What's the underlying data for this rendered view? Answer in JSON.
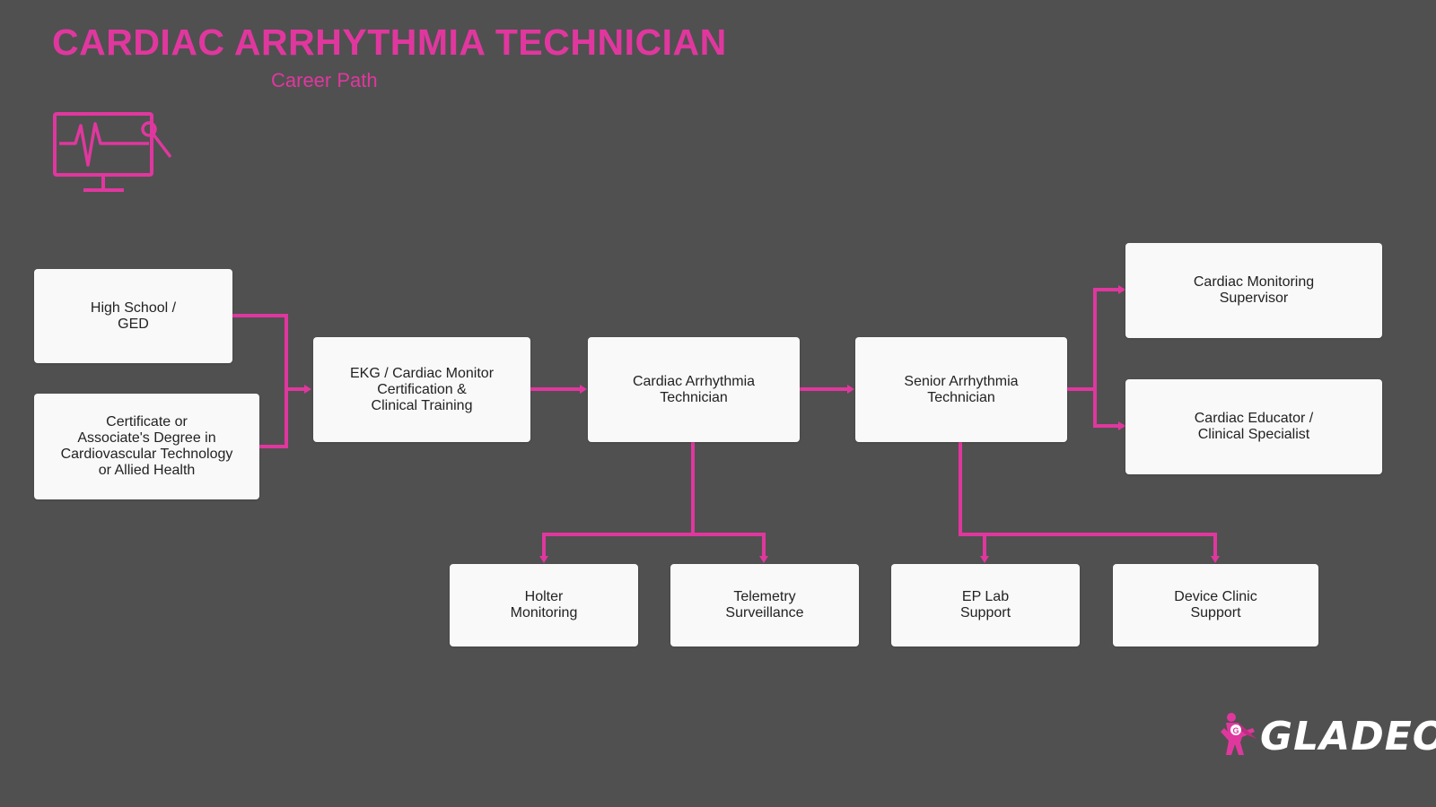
{
  "header": {
    "title": "CARDIAC ARRHYTHMIA TECHNICIAN",
    "subtitle": "Career Path"
  },
  "icons": {
    "header_icon": "monitor-heartbeat-icon"
  },
  "colors": {
    "accent": "#e0379e",
    "background": "#505050",
    "box": "#f9f9f9"
  },
  "nodes": {
    "high_school": "High School /\nGED",
    "certificate": "Certificate or\nAssociate's Degree in\nCardiovascular Technology\nor Allied Health",
    "ekg_training": "EKG / Cardiac Monitor\nCertification &\nClinical Training",
    "cardiac_tech": "Cardiac Arrhythmia\nTechnician",
    "senior_tech": "Senior Arrhythmia\nTechnician",
    "supervisor": "Cardiac Monitoring\nSupervisor",
    "educator": "Cardiac Educator /\nClinical Specialist",
    "holter": "Holter\nMonitoring",
    "telemetry": "Telemetry\nSurveillance",
    "ep_lab": "EP Lab\nSupport",
    "device_clinic": "Device Clinic\nSupport"
  },
  "logo": {
    "text": "GLADEO",
    "badge_letter": "G"
  }
}
